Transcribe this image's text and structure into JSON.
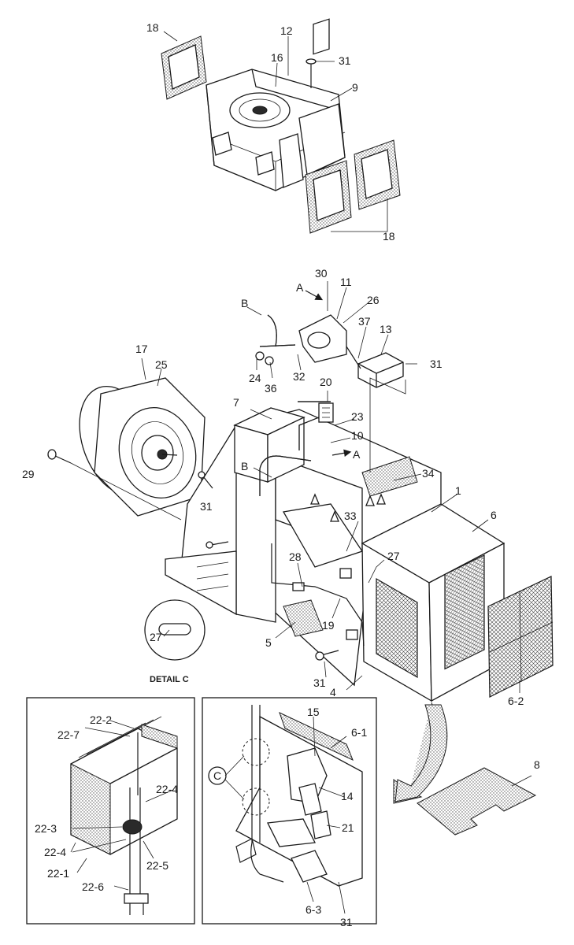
{
  "diagram": {
    "detail_title": "DETAIL C",
    "callout_letters": {
      "view_a": "A",
      "hose_b": "B",
      "circle_c": "C"
    },
    "part_labels": [
      "18",
      "12",
      "16",
      "31",
      "9",
      "18",
      "30",
      "A",
      "11",
      "26",
      "B",
      "37",
      "13",
      "31",
      "24",
      "36",
      "32",
      "17",
      "25",
      "20",
      "7",
      "23",
      "10",
      "A",
      "29",
      "B",
      "34",
      "31",
      "1",
      "6",
      "33",
      "28",
      "27",
      "27",
      "5",
      "19",
      "31",
      "4",
      "6-2",
      "22-2",
      "22-7",
      "22-4",
      "22-3",
      "22-4",
      "22-5",
      "22-1",
      "22-6",
      "15",
      "6-1",
      "C",
      "14",
      "21",
      "6-3",
      "31",
      "8"
    ]
  }
}
